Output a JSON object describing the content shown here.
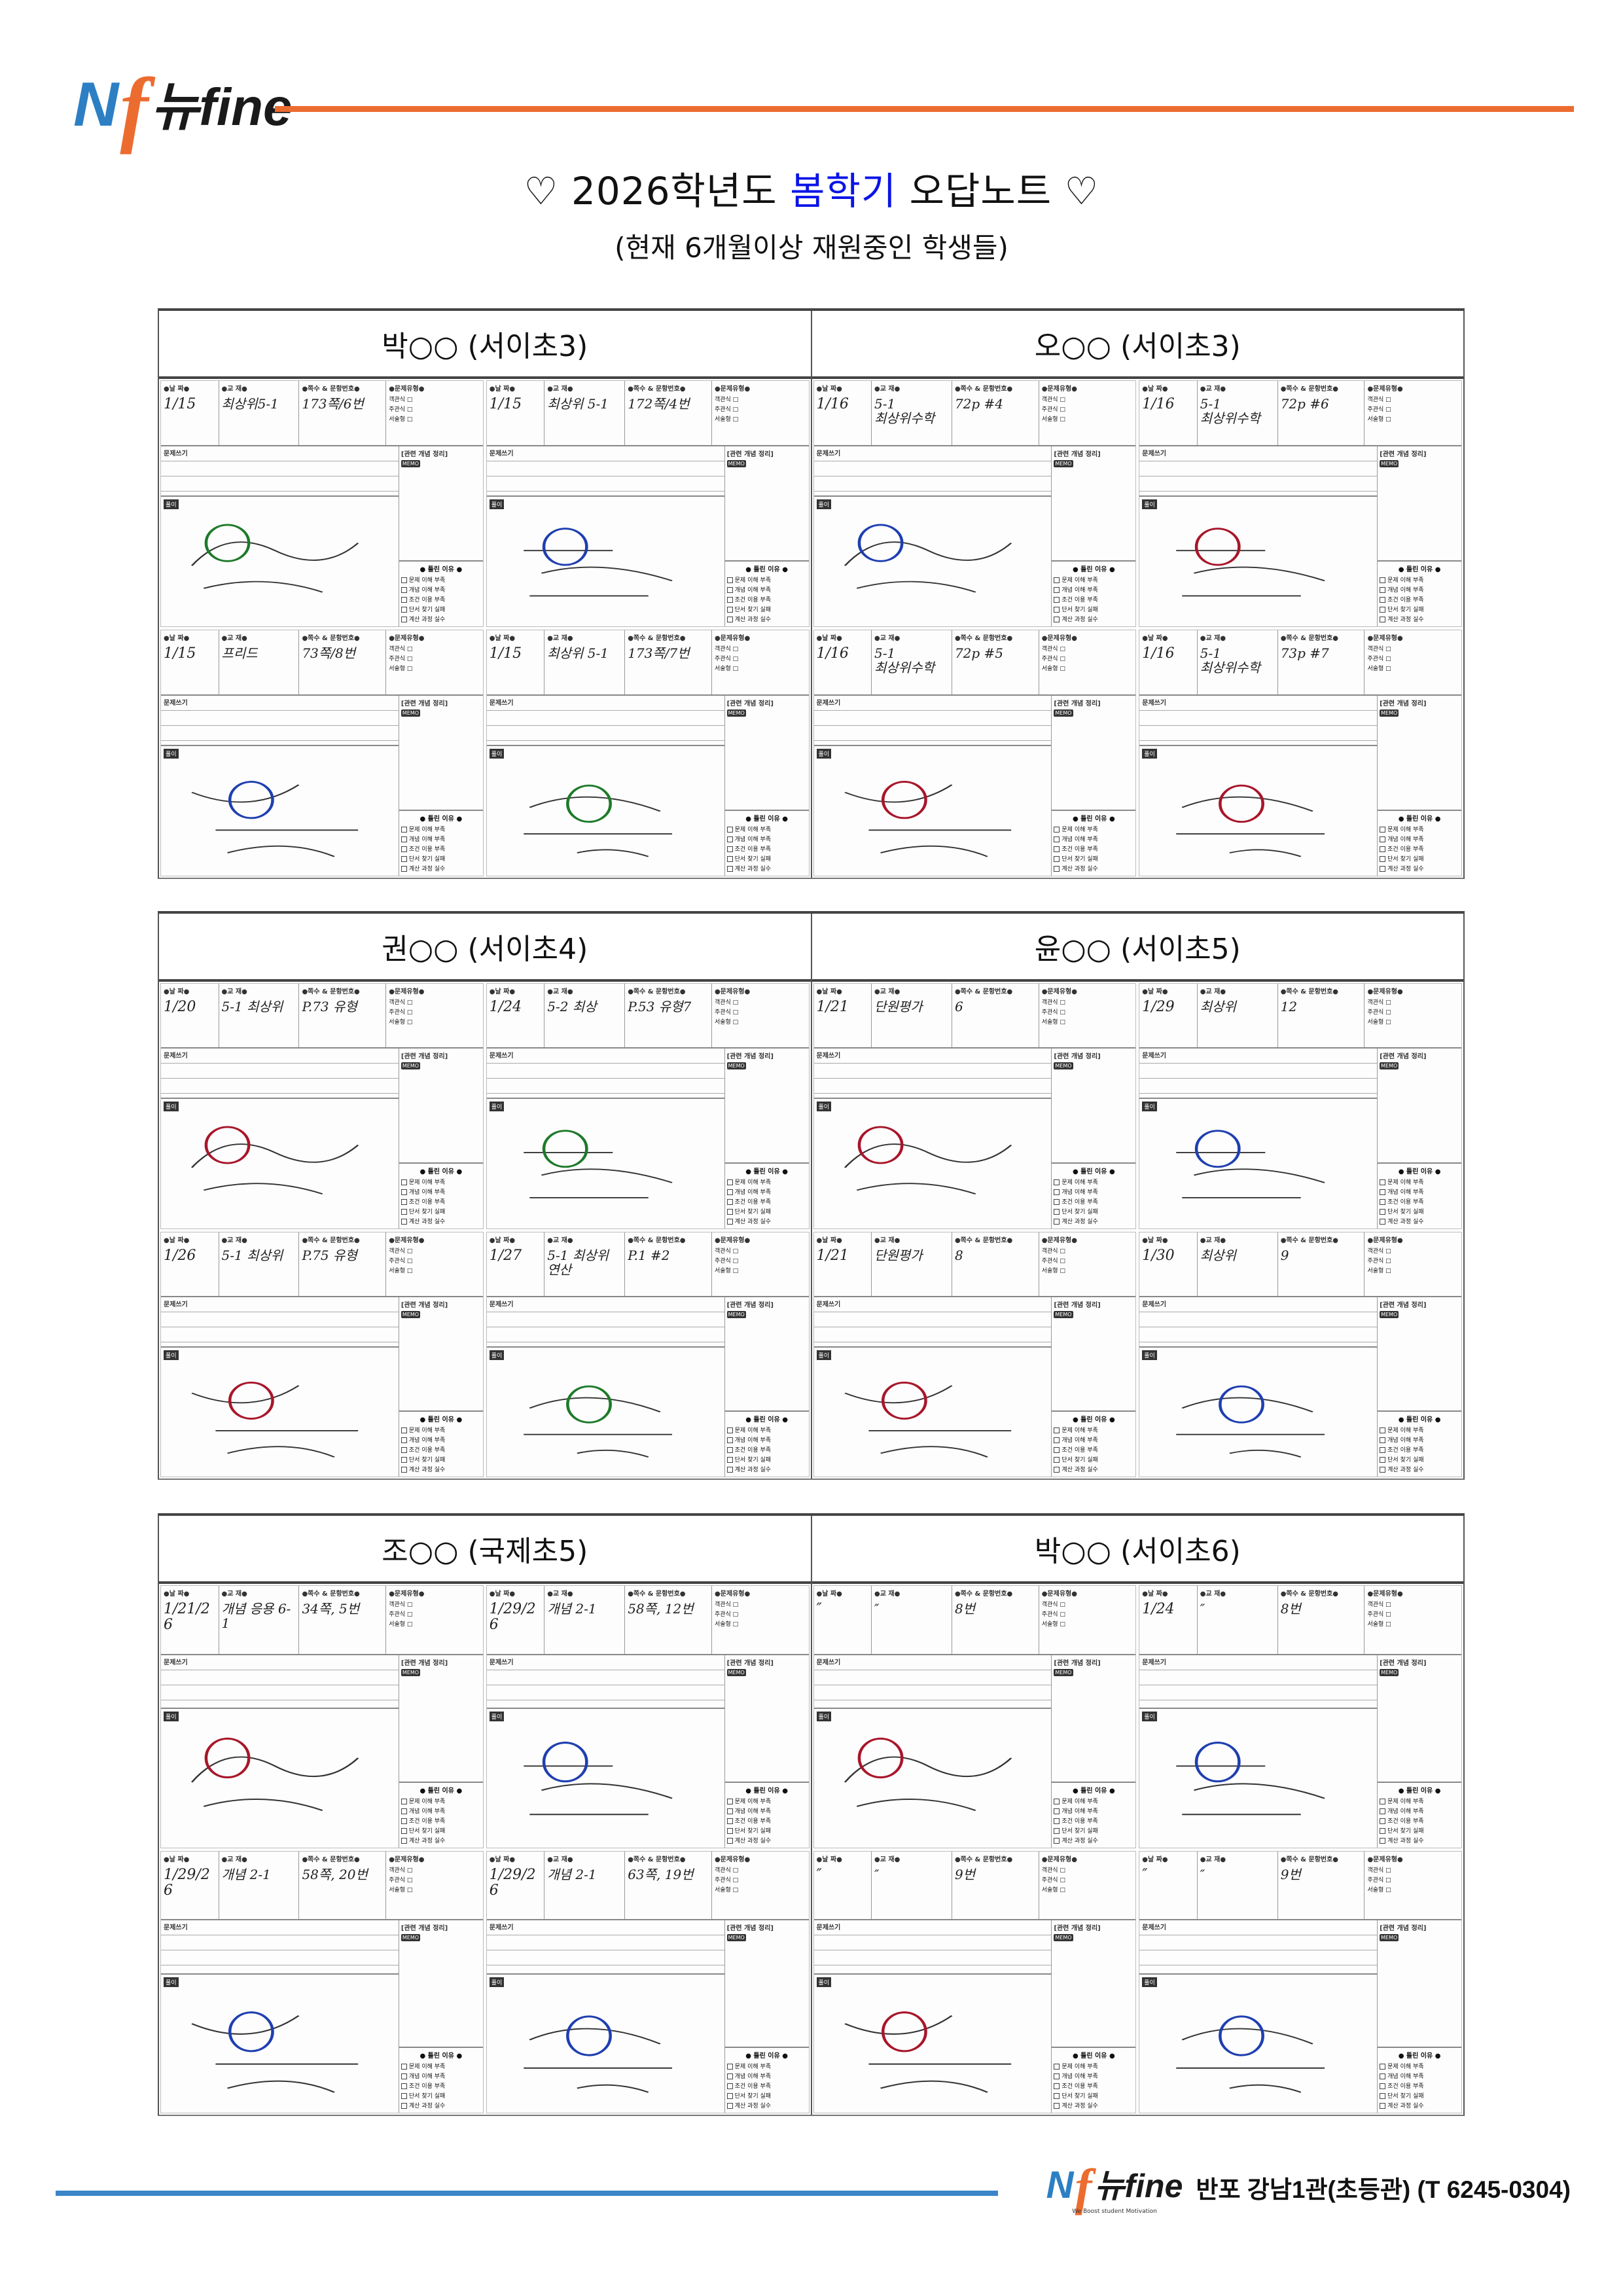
{
  "header": {
    "logo": {
      "n": "N",
      "f": "f",
      "word": "뉴fine"
    },
    "title_prefix": "♡ 2026학년도 ",
    "title_accent": "봄학기",
    "title_suffix": " 오답노트 ♡",
    "subtitle": "(현재 6개월이상 재원중인 학생들)"
  },
  "colors": {
    "accent_orange": "#ec6c30",
    "accent_blue": "#3a86c8",
    "title_accent": "#0a14e6"
  },
  "sheet_labels": {
    "date": "●날 짜●",
    "book": "●교 재●",
    "page": "●쪽수 & 문항번호●",
    "type": "●문제유형●",
    "types": [
      "객관식 □",
      "주관식 □",
      "서술형 □"
    ],
    "question": "문제쓰기",
    "solution": "풀이",
    "concept": "[관련 개념 정리]",
    "memo": "MEMO",
    "reason_title": "● 틀린 이유 ●",
    "reasons": [
      "문제 이해 부족",
      "개념 이해 부족",
      "조건 이용 부족",
      "단서 찾기 실패",
      "계산 과정 실수"
    ]
  },
  "students": [
    {
      "name": "박○○ (서이초3)",
      "sheets": [
        {
          "date": "1/15",
          "book": "최상위5-1",
          "page": "173쪽/6번",
          "mark": "#1e7a2a"
        },
        {
          "date": "1/15",
          "book": "최상위 5-1",
          "page": "172쪽/4번",
          "mark": "#1f3fb0"
        },
        {
          "date": "1/15",
          "book": "프리드",
          "page": "73쪽/8번",
          "mark": "#1f3fb0"
        },
        {
          "date": "1/15",
          "book": "최상위 5-1",
          "page": "173쪽/7번",
          "mark": "#1e7a2a"
        }
      ]
    },
    {
      "name": "오○○ (서이초3)",
      "sheets": [
        {
          "date": "1/16",
          "book": "5-1 최상위수학",
          "page": "72p #4",
          "mark": "#1f3fb0"
        },
        {
          "date": "1/16",
          "book": "5-1 최상위수학",
          "page": "72p #6",
          "mark": "#a8162a"
        },
        {
          "date": "1/16",
          "book": "5-1 최상위수학",
          "page": "72p #5",
          "mark": "#a8162a"
        },
        {
          "date": "1/16",
          "book": "5-1 최상위수학",
          "page": "73p #7",
          "mark": "#a8162a"
        }
      ]
    },
    {
      "name": "권○○ (서이초4)",
      "sheets": [
        {
          "date": "1/20",
          "book": "5-1 최상위",
          "page": "P.73 유형",
          "mark": "#a8162a"
        },
        {
          "date": "1/24",
          "book": "5-2 최상",
          "page": "P.53 유형7",
          "mark": "#1e7a2a"
        },
        {
          "date": "1/26",
          "book": "5-1 최상위",
          "page": "P.75 유형",
          "mark": "#a8162a"
        },
        {
          "date": "1/27",
          "book": "5-1 최상위 연산",
          "page": "P.1 #2",
          "mark": "#1e7a2a"
        }
      ]
    },
    {
      "name": "윤○○ (서이초5)",
      "sheets": [
        {
          "date": "1/21",
          "book": "단원평가",
          "page": "6",
          "mark": "#a8162a"
        },
        {
          "date": "1/29",
          "book": "최상위",
          "page": "12",
          "mark": "#1f3fb0"
        },
        {
          "date": "1/21",
          "book": "단원평가",
          "page": "8",
          "mark": "#a8162a"
        },
        {
          "date": "1/30",
          "book": "최상위",
          "page": "9",
          "mark": "#1f3fb0"
        }
      ]
    },
    {
      "name": "조○○ (국제초5)",
      "sheets": [
        {
          "date": "1/21/26",
          "book": "개념 응용 6-1",
          "page": "34쪽, 5번",
          "mark": "#a8162a"
        },
        {
          "date": "1/29/26",
          "book": "개념 2-1",
          "page": "58쪽, 12번",
          "mark": "#1f3fb0"
        },
        {
          "date": "1/29/26",
          "book": "개념 2-1",
          "page": "58쪽, 20번",
          "mark": "#1f3fb0"
        },
        {
          "date": "1/29/26",
          "book": "개념 2-1",
          "page": "63쪽, 19번",
          "mark": "#1f3fb0"
        }
      ]
    },
    {
      "name": "박○○ (서이초6)",
      "sheets": [
        {
          "date": "″",
          "book": "″",
          "page": "8번",
          "mark": "#a8162a"
        },
        {
          "date": "1/24",
          "book": "″",
          "page": "8번",
          "mark": "#1f3fb0"
        },
        {
          "date": "″",
          "book": "″",
          "page": "9번",
          "mark": "#a8162a"
        },
        {
          "date": "″",
          "book": "″",
          "page": "9번",
          "mark": "#1f3fb0"
        }
      ]
    }
  ],
  "footer": {
    "logo": {
      "n": "N",
      "f": "f",
      "word": "뉴fine"
    },
    "slogan": "We Boost student Motivation",
    "branch": "반포 강남1관(초등관) (T 6245-0304)"
  }
}
